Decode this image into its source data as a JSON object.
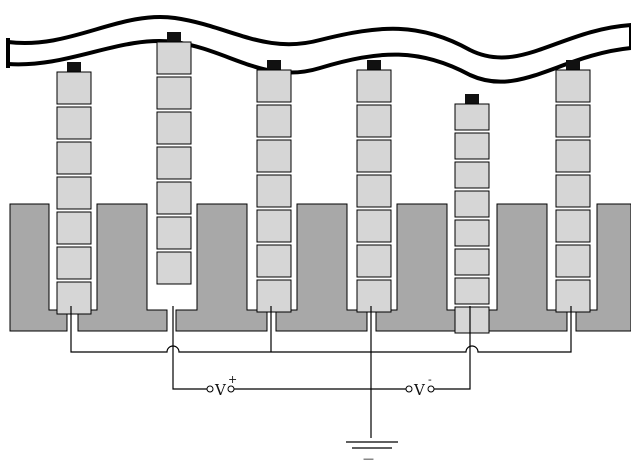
{
  "labels": {
    "v_plus": "V",
    "v_plus_sign": "+",
    "v_minus": "V",
    "v_minus_sign": "-",
    "ground_mark": "—"
  },
  "colors": {
    "block_fill": "#d6d6d6",
    "substrate_fill": "#a8a8a8",
    "stroke": "#000000",
    "background": "#ffffff"
  },
  "stacks": [
    {
      "id": "stack-1",
      "segments": 7,
      "group": "ground"
    },
    {
      "id": "stack-2",
      "segments": 7,
      "group": "v-plus"
    },
    {
      "id": "stack-3",
      "segments": 7,
      "group": "ground"
    },
    {
      "id": "stack-4",
      "segments": 7,
      "group": "ground"
    },
    {
      "id": "stack-5",
      "segments": 8,
      "group": "v-minus"
    },
    {
      "id": "stack-6",
      "segments": 7,
      "group": "ground"
    }
  ]
}
